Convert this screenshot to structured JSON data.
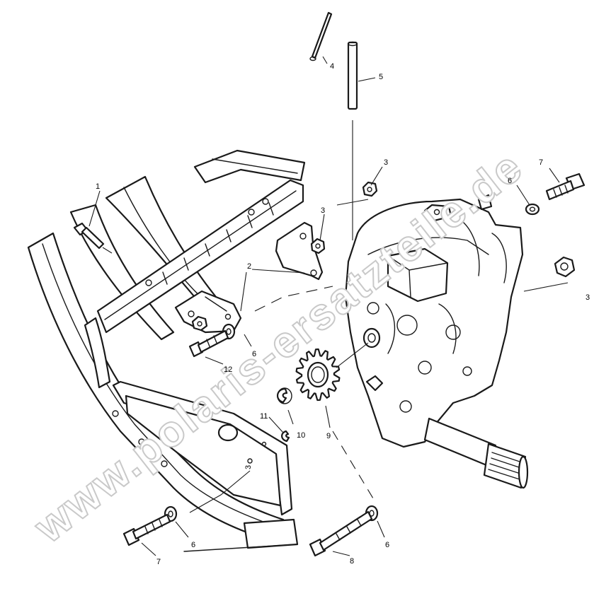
{
  "watermark": "www.polaris-ersatzteile.de",
  "callouts": [
    {
      "id": "c1",
      "label": "1"
    },
    {
      "id": "c2",
      "label": "2"
    },
    {
      "id": "c3a",
      "label": "3"
    },
    {
      "id": "c3b",
      "label": "3"
    },
    {
      "id": "c3c",
      "label": "3"
    },
    {
      "id": "c3d",
      "label": "3"
    },
    {
      "id": "c4",
      "label": "4"
    },
    {
      "id": "c5",
      "label": "5"
    },
    {
      "id": "c6a",
      "label": "6"
    },
    {
      "id": "c6b",
      "label": "6"
    },
    {
      "id": "c6c",
      "label": "6"
    },
    {
      "id": "c6d",
      "label": "6"
    },
    {
      "id": "c7a",
      "label": "7"
    },
    {
      "id": "c7b",
      "label": "7"
    },
    {
      "id": "c8",
      "label": "8"
    },
    {
      "id": "c9",
      "label": "9"
    },
    {
      "id": "c10",
      "label": "10"
    },
    {
      "id": "c11",
      "label": "11"
    },
    {
      "id": "c12",
      "label": "12"
    }
  ],
  "colors": {
    "line": "#1a1a1a",
    "background": "#ffffff",
    "watermark": "#c9c9c9"
  }
}
